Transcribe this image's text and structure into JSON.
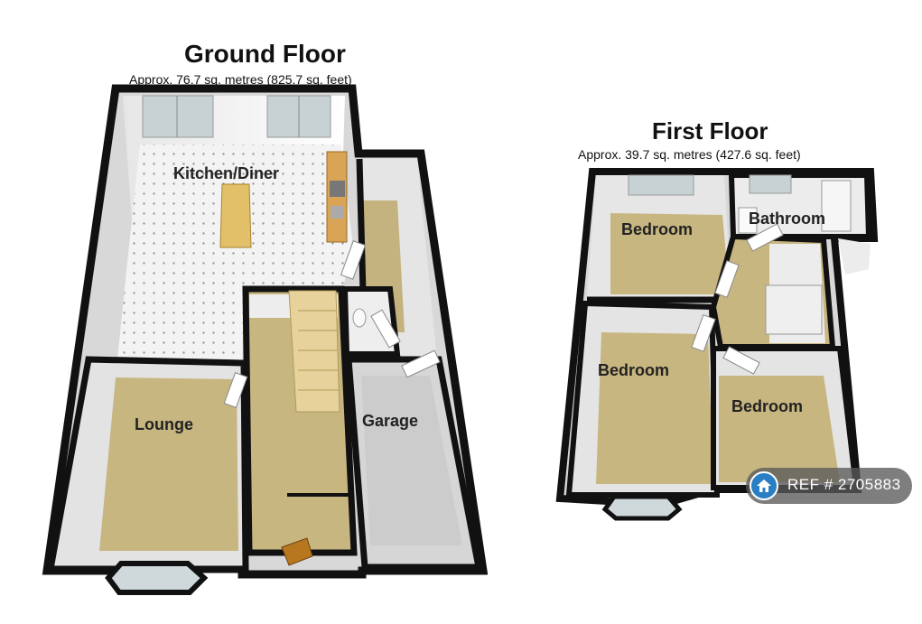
{
  "ground_floor": {
    "title": "Ground Floor",
    "area": "Approx.  76.7 sq. metres (825.7 sq. feet)",
    "rooms": {
      "kitchen": "Kitchen/Diner",
      "lounge": "Lounge",
      "garage": "Garage"
    }
  },
  "first_floor": {
    "title": "First Floor",
    "area": "Approx.  39.7 sq. metres (427.6 sq. feet)",
    "rooms": {
      "bedroom1": "Bedroom",
      "bathroom": "Bathroom",
      "bedroom2": "Bedroom",
      "bedroom3": "Bedroom"
    }
  },
  "ref": {
    "label": "REF # 2705883",
    "icon": "home-icon"
  },
  "colors": {
    "carpet": "#c9b98a",
    "tile": "#eeeeee",
    "wall": "#111111",
    "badge": "#2a7fc4"
  }
}
